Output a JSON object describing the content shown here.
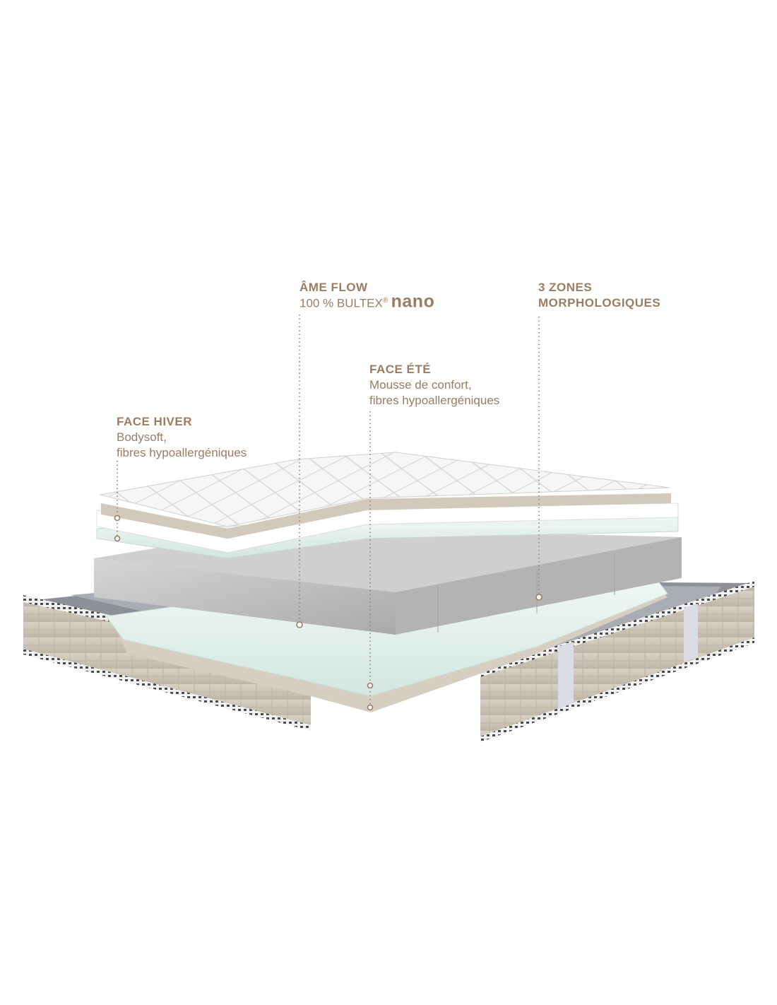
{
  "colors": {
    "accent": "#9a7d63",
    "quilt": "#f4f4f4",
    "foam_mint": "#e2efea",
    "core_grey": "#bdbdbd",
    "fabric_beige": "#cfc6b8"
  },
  "callouts": {
    "face_hiver": {
      "title": "FACE HIVER",
      "line1": "Bodysoft,",
      "line2": "fibres hypoallergéniques"
    },
    "ame_flow": {
      "title": "ÂME FLOW",
      "prefix": "100 % BULTEX",
      "reg": "®",
      "brand": "nano"
    },
    "face_ete": {
      "title": "FACE ÉTÉ",
      "line1": "Mousse de confort,",
      "line2": "fibres hypoallergéniques"
    },
    "zones": {
      "line1": "3 ZONES",
      "line2": "MORPHOLOGIQUES"
    }
  }
}
